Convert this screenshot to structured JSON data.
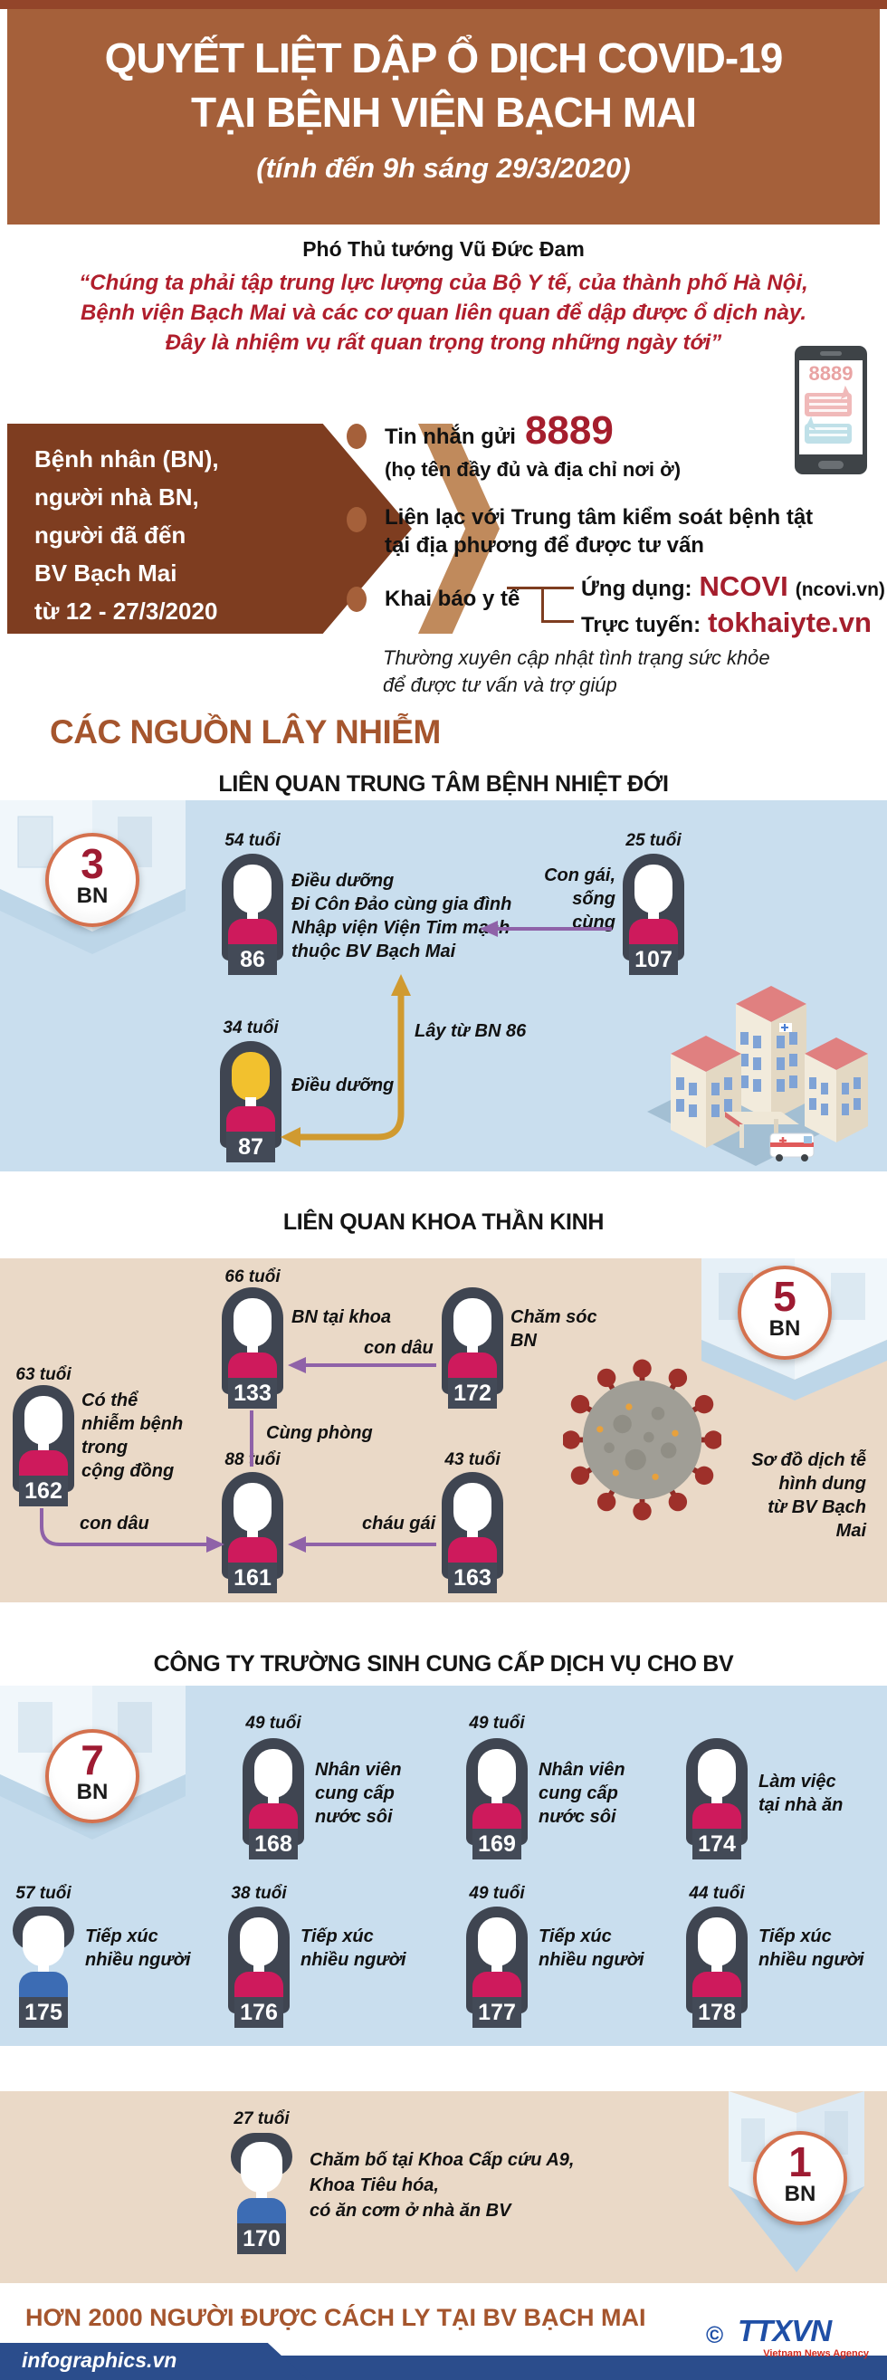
{
  "header": {
    "title_line1": "QUYẾT LIỆT DẬP Ổ DỊCH COVID-19",
    "title_line2": "TẠI BỆNH VIỆN BẠCH MAI",
    "date_note": "(tính đến 9h sáng 29/3/2020)"
  },
  "quote": {
    "speaker": "Phó Thủ tướng Vũ Đức Đam",
    "text": "“Chúng ta phải tập trung lực lượng của Bộ Y tế, của thành phố Hà Nội,\nBệnh viện Bạch Mai và các cơ quan liên quan để dập được ổ dịch này.\nĐây là nhiệm vụ rất quan trọng trong những ngày tới”"
  },
  "phone": {
    "sms_number": "8889"
  },
  "audience_banner": {
    "text": "Bệnh nhân (BN),\nngười nhà BN,\nngười đã đến\nBV Bạch Mai\ntừ 12 - 27/3/2020"
  },
  "instructions": {
    "sms": {
      "label": "Tin nhắn gửi",
      "number": "8889",
      "note": "(họ tên đầy đủ và địa chỉ nơi ở)"
    },
    "contact": {
      "text": "Liên lạc với Trung tâm kiểm soát bệnh tật\ntại địa phương để được tư vấn"
    },
    "declare": {
      "label": "Khai báo y tế",
      "app_label": "Ứng dụng:",
      "app_name": "NCOVI",
      "app_note": "(ncovi.vn)",
      "web_label": "Trực tuyến:",
      "web_name": "tokhaiyte.vn"
    },
    "note": "Thường xuyên cập nhật tình trạng sức khỏe\nđể được tư vấn và trợ giúp"
  },
  "sources_heading": "CÁC NGUỒN LÂY NHIỄM",
  "section_tropical": {
    "title": "LIÊN QUAN TRUNG TÂM BỆNH NHIỆT ĐỚI",
    "badge": {
      "count": "3",
      "unit": "BN"
    },
    "patients": {
      "p86": {
        "age": "54 tuổi",
        "id": "86",
        "desc": "Điều dưỡng\nĐi Côn Đảo cùng gia đình\nNhập viện Viện Tim mạch\nthuộc BV Bạch Mai"
      },
      "p107": {
        "age": "25 tuổi",
        "id": "107",
        "desc": "Con gái,\nsống cùng"
      },
      "p87": {
        "age": "34 tuổi",
        "id": "87",
        "desc": "Điều dưỡng"
      }
    },
    "arrow_label": "Lây từ BN 86"
  },
  "section_neuro": {
    "title": "LIÊN QUAN KHOA THẦN KINH",
    "badge": {
      "count": "5",
      "unit": "BN"
    },
    "patients": {
      "p133": {
        "age": "66 tuổi",
        "id": "133",
        "desc": "BN tại khoa"
      },
      "p172": {
        "id": "172",
        "desc": "Chăm sóc\nBN"
      },
      "p162": {
        "age": "63 tuổi",
        "id": "162",
        "desc": "Có thể\nnhiễm bệnh\ntrong\ncộng đồng"
      },
      "p161": {
        "age": "88 tuổi",
        "id": "161"
      },
      "p163": {
        "age": "43 tuổi",
        "id": "163"
      }
    },
    "labels": {
      "con_dau_top": "con dâu",
      "cung_phong": "Cùng phòng",
      "con_dau_bottom": "con dâu",
      "chau_gai": "cháu gái"
    },
    "caption": "Sơ đồ dịch tễ\nhình dung\ntừ BV Bạch Mai"
  },
  "section_truongsinh": {
    "title": "CÔNG TY TRƯỜNG SINH CUNG CẤP DỊCH VỤ CHO BV",
    "badge": {
      "count": "7",
      "unit": "BN"
    },
    "patients": [
      {
        "age": "49 tuổi",
        "id": "168",
        "desc": "Nhân viên\ncung cấp\nnước sôi"
      },
      {
        "age": "49 tuổi",
        "id": "169",
        "desc": "Nhân viên\ncung cấp\nnước sôi"
      },
      {
        "id": "174",
        "desc": "Làm việc\ntại nhà ăn"
      },
      {
        "age": "57 tuổi",
        "id": "175",
        "desc": "Tiếp xúc\nnhiều người"
      },
      {
        "age": "38 tuổi",
        "id": "176",
        "desc": "Tiếp xúc\nnhiều người"
      },
      {
        "age": "49 tuổi",
        "id": "177",
        "desc": "Tiếp xúc\nnhiều người"
      },
      {
        "age": "44 tuổi",
        "id": "178",
        "desc": "Tiếp xúc\nnhiều người"
      }
    ]
  },
  "section_visitor": {
    "badge": {
      "count": "1",
      "unit": "BN"
    },
    "patient": {
      "age": "27 tuổi",
      "id": "170",
      "desc": "Chăm bố tại Khoa Cấp cứu A9,\nKhoa Tiêu hóa,\ncó ăn cơm ở nhà ăn BV"
    }
  },
  "footer": {
    "headline": "HƠN 2000 NGƯỜI ĐƯỢC CÁCH LY TẠI BV BẠCH MAI",
    "site": "infographics.vn",
    "copyright": "©",
    "agency": "TTXVN",
    "agency_sub": "Vietnam News Agency"
  },
  "colors": {
    "header_brown": "#a5603a",
    "banner_brown": "#7e3d20",
    "light_brown": "#c08a5c",
    "deep_red": "#a51e2d",
    "quote_red": "#b01e2c",
    "heading_brown": "#a5552d",
    "panel_blue": "#c9deee",
    "panel_beige": "#ead9c7",
    "shirt_crimson": "#ce1a5c",
    "shirt_blue": "#3c6cb4",
    "hair_dark": "#3f4551",
    "arrow_purple": "#8f62a8",
    "arrow_gold": "#d09a30",
    "badge_ring": "#d4714e",
    "footer_blue": "#2b4d8c"
  }
}
